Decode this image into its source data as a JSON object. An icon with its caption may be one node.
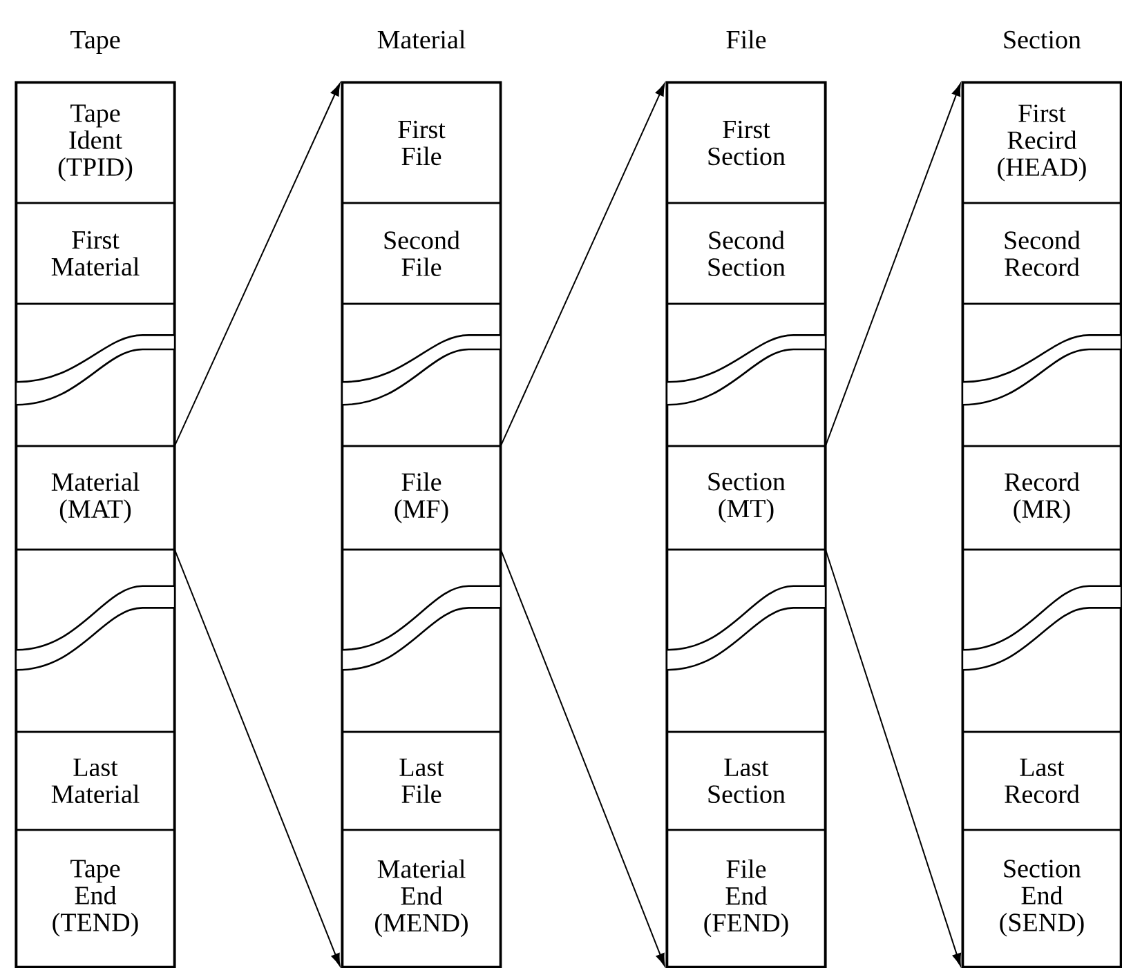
{
  "diagram": {
    "nodes": [
      {
        "text": [
          "Tape"
        ]
      },
      {
        "text": [
          "Tape Ident (TPID)"
        ],
        "in": 0
      },
      {
        "text": [
          "First Material"
        ],
        "in": 0
      },
      {
        "text": [],
        "shape": "box",
        "in": 0
      },
      {
        "text": [
          "Material (MAT)"
        ],
        "in": 0
      },
      {
        "text": [],
        "shape": "box",
        "in": 0
      },
      {
        "text": [
          "Last Material"
        ],
        "in": 0
      },
      {
        "text": [
          "Tape End (TEND)"
        ],
        "in": 0
      },
      {
        "text": [
          "Material"
        ]
      },
      {
        "text": [
          "First File"
        ],
        "in": 8
      },
      {
        "text": [
          "Second File"
        ],
        "in": 8
      },
      {
        "text": [],
        "shape": "box",
        "in": 8
      },
      {
        "text": [
          "File (MF)"
        ],
        "in": 8
      },
      {
        "text": [],
        "shape": "box",
        "in": 8
      },
      {
        "text": [
          "Last File"
        ],
        "in": 8
      },
      {
        "text": [
          "Material End (MEND)"
        ],
        "in": 8
      },
      {
        "text": [
          "File"
        ]
      },
      {
        "text": [
          "First Section"
        ],
        "in": 16
      },
      {
        "text": [
          "Second Section"
        ],
        "in": 16
      },
      {
        "text": [],
        "shape": "box",
        "in": 16
      },
      {
        "text": [
          "Section (MT)"
        ],
        "in": 16
      },
      {
        "text": [],
        "shape": "box",
        "in": 16
      },
      {
        "text": [
          "Last Section"
        ],
        "in": 16
      },
      {
        "text": [
          "File End (FEND)"
        ],
        "in": 16
      },
      {
        "text": [
          "Section"
        ]
      },
      {
        "text": [
          "First Recird (HEAD)"
        ],
        "in": 24
      },
      {
        "text": [
          "Second Record"
        ],
        "in": 24
      },
      {
        "text": [],
        "shape": "box",
        "in": 24
      },
      {
        "text": [
          "Record (MR)"
        ],
        "in": 24
      },
      {
        "text": [],
        "shape": "box",
        "in": 24
      },
      {
        "text": [
          "Last Record"
        ],
        "in": 24
      },
      {
        "text": [
          "Section End (SEND)"
        ],
        "in": 24
      }
    ],
    "edges": [
      {
        "from": 4,
        "to": 8,
        "arrow": "to"
      },
      {
        "from": 4,
        "to": 8,
        "arrow": "to"
      },
      {
        "from": 12,
        "to": 16,
        "arrow": "to"
      },
      {
        "from": 12,
        "to": 16,
        "arrow": "to"
      },
      {
        "from": 20,
        "to": 24,
        "arrow": "to"
      },
      {
        "from": 20,
        "to": 24,
        "arrow": "to"
      }
    ]
  }
}
